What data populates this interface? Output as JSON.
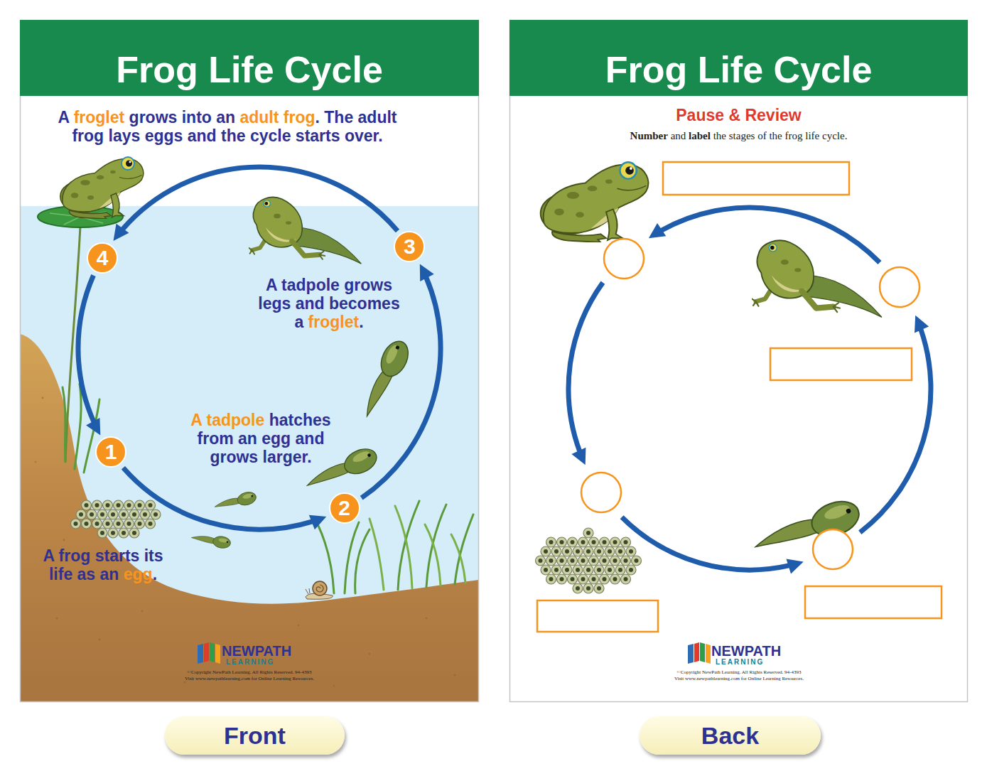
{
  "diagram": {
    "nodes": [
      {
        "text": [
          "A froglet grows into an adult frog. The adult frog lays eggs and the cycle starts over.",
          "A tadpole grows legs and becomes a froglet.",
          "A tadpole hatches from an egg and grows larger.",
          "A frog starts its life as an egg.",
          "NEWPATH",
          "LEARNING",
          "©Copyright NewPath Learning. All Rights Reserved. 94-4393",
          "Visit www.newpathlearning.com for Online Learning Resources."
        ]
      },
      {
        "text": [
          "Frog Life Cycle"
        ],
        "in": 0
      },
      {
        "text": [
          "1"
        ],
        "in": 0
      },
      {
        "text": [
          "2"
        ],
        "in": 0
      },
      {
        "text": [
          "3"
        ],
        "in": 0
      },
      {
        "text": [
          "4"
        ],
        "in": 0
      },
      {
        "text": [
          "Pause & Review",
          "Number and label the stages of the frog life cycle.",
          "NEWPATH",
          "LEARNING",
          "©Copyright NewPath Learning. All Rights Reserved. 94-4393",
          "Visit www.newpathlearning.com for Online Learning Resources."
        ]
      },
      {
        "text": [
          "Frog Life Cycle"
        ],
        "in": 6
      },
      {
        "text": [
          "Front"
        ]
      },
      {
        "text": [
          "Back"
        ]
      }
    ],
    "edges": [
      {
        "from": 2,
        "to": 3,
        "arrow": "to"
      },
      {
        "from": 3,
        "to": 4,
        "arrow": "to"
      },
      {
        "from": 4,
        "to": 5,
        "arrow": "to"
      },
      {
        "from": 5,
        "to": 2,
        "arrow": "to"
      }
    ]
  }
}
